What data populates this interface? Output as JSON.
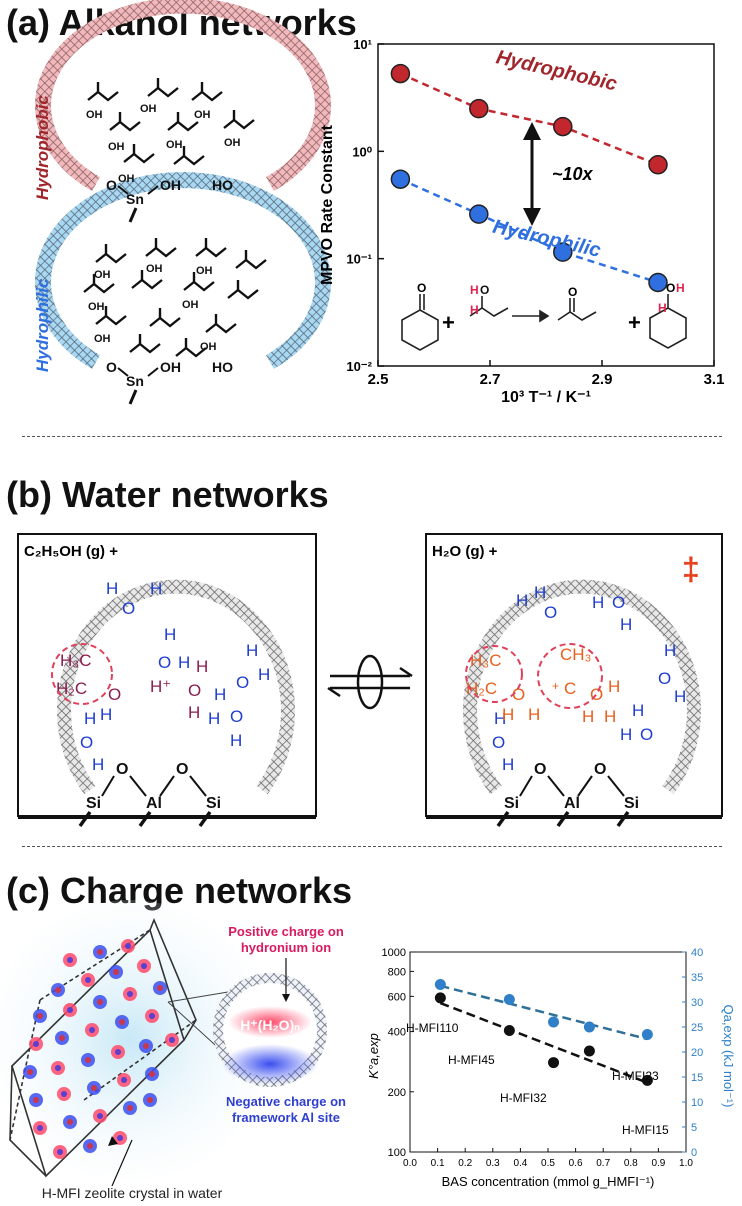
{
  "headings": {
    "a": "(a) Alkanol networks",
    "b": "(b) Water networks",
    "c": "(c) Charge networks"
  },
  "panel_a": {
    "label_hydrophobic": "Hydrophobic",
    "label_hydrophilic": "Hydrophilic",
    "chem": {
      "sn": "Sn",
      "o": "O",
      "oh": "OH",
      "ho": "HO"
    },
    "ratio_label": "~10x",
    "series_hydrophobic_label": "Hydrophobic",
    "series_hydrophilic_label": "Hydrophilic",
    "reaction": {
      "plus": "+",
      "oh_o": "O",
      "h": "H",
      "ketone_o": "O"
    }
  },
  "panel_b": {
    "left_title": "C₂H₅OH (g) +",
    "right_title": "H₂O (g) +",
    "dagger": "‡",
    "atoms": {
      "si": "Si",
      "al": "Al",
      "o": "O",
      "h": "H",
      "hplus": "H⁺",
      "h3c": "H₃C",
      "h2c": "H₂C",
      "ch3": "CH₃",
      "c": "C",
      "plus": "+"
    }
  },
  "panel_c": {
    "positive_label": "Positive charge on hydronium ion",
    "positive_line1": "Positive charge on",
    "positive_line2": "hydronium ion",
    "negative_line1": "Negative charge on",
    "negative_line2": "framework Al site",
    "cation": "H⁺(H₂O)ₙ",
    "crystal_label": "H-MFI zeolite crystal in water",
    "sample_labels": [
      "H-MFI110",
      "H-MFI45",
      "H-MFI32",
      "H-MFI23",
      "H-MFI15"
    ]
  },
  "chart_data": [
    {
      "type": "scatter",
      "title": "",
      "xlabel": "10³ T⁻¹ / K⁻¹",
      "ylabel": "MPVO Rate Constant",
      "xlim": [
        2.5,
        3.1
      ],
      "ylim": [
        0.01,
        10
      ],
      "yscale": "log",
      "x_ticks": [
        "2.5",
        "2.7",
        "2.9",
        "3.1"
      ],
      "y_ticks": [
        "10¹",
        "10⁰",
        "10⁻¹",
        "10⁻²"
      ],
      "series": [
        {
          "name": "Hydrophobic",
          "color": "#c1272d",
          "x": [
            2.54,
            2.68,
            2.83,
            3.0
          ],
          "y": [
            5.3,
            2.5,
            1.7,
            0.75
          ]
        },
        {
          "name": "Hydrophilic",
          "color": "#2f6fe0",
          "x": [
            2.54,
            2.68,
            2.83,
            3.0
          ],
          "y": [
            0.55,
            0.26,
            0.115,
            0.06
          ]
        }
      ],
      "annotations": [
        "~10x"
      ]
    },
    {
      "type": "scatter",
      "title": "",
      "xlabel": "BAS concentration (mmol g_HMFI⁻¹)",
      "ylabel_left": "K°a,exp",
      "ylabel_right": "Qa,exp (kJ mol⁻¹)",
      "xlim": [
        0.0,
        1.0
      ],
      "ylim_left": [
        100,
        1000
      ],
      "yscale_left": "log",
      "ylim_right": [
        0,
        40
      ],
      "x_ticks": [
        "0.0",
        "0.1",
        "0.2",
        "0.3",
        "0.4",
        "0.5",
        "0.6",
        "0.7",
        "0.8",
        "0.9",
        "1.0"
      ],
      "y_ticks_left": [
        "100",
        "200",
        "400",
        "600",
        "800",
        "1000"
      ],
      "y_ticks_right": [
        "0",
        "5",
        "10",
        "15",
        "20",
        "25",
        "30",
        "35",
        "40"
      ],
      "series": [
        {
          "name": "K°a,exp",
          "color": "#111111",
          "axis": "left",
          "x": [
            0.11,
            0.36,
            0.52,
            0.65,
            0.86
          ],
          "y": [
            590,
            405,
            280,
            320,
            228
          ]
        },
        {
          "name": "Qa,exp",
          "color": "#2f80c8",
          "axis": "right",
          "x": [
            0.11,
            0.36,
            0.52,
            0.65,
            0.86
          ],
          "y": [
            33.5,
            30.5,
            26.0,
            25.0,
            23.5
          ]
        }
      ]
    }
  ]
}
